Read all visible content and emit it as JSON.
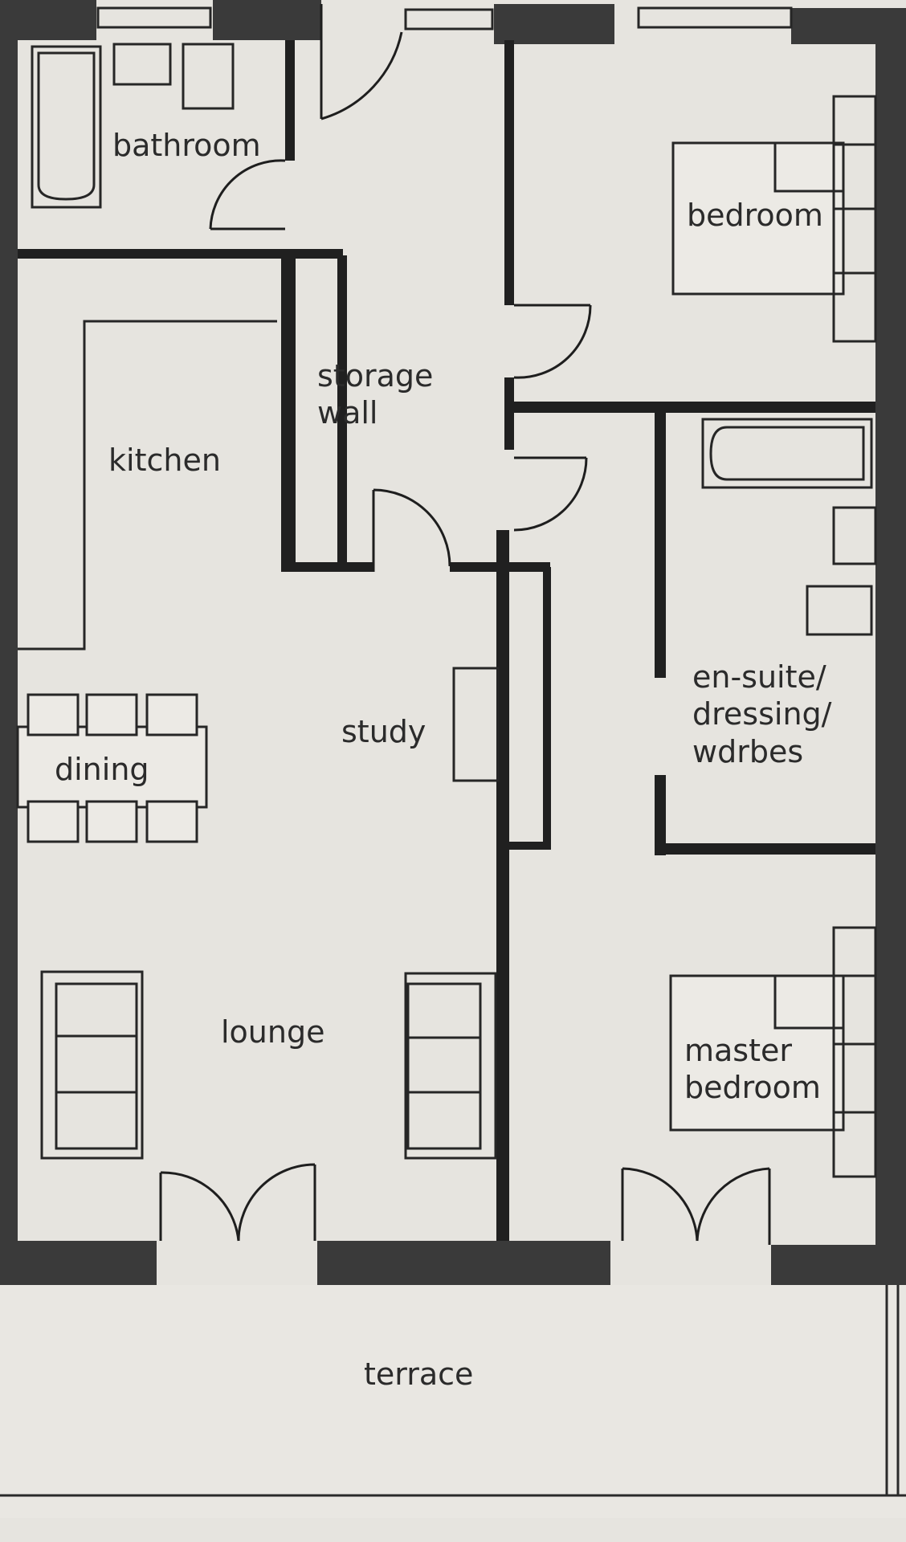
{
  "rooms": {
    "bathroom": "bathroom",
    "bedroom": "bedroom",
    "storage_line1": "storage",
    "storage_line2": "wall",
    "kitchen": "kitchen",
    "en_suite_line1": "en-suite/",
    "en_suite_line2": "dressing/",
    "en_suite_line3": "wdrbes",
    "study": "study",
    "dining": "dining",
    "lounge": "lounge",
    "master_line1": "master",
    "master_line2": "bedroom",
    "terrace": "terrace"
  },
  "colors": {
    "wall": "#3a3a3a",
    "floor": "#e4e2dd",
    "line": "#262626"
  }
}
